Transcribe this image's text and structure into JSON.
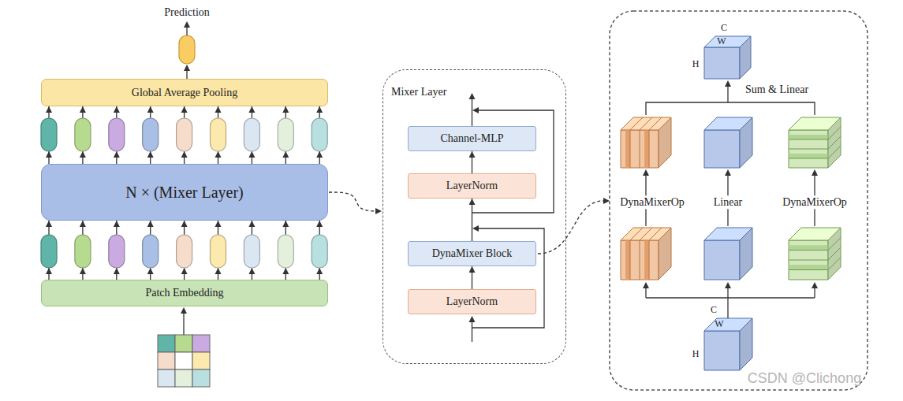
{
  "diagram": {
    "nodes": [
      {
        "text": [
          "Global Average Pooling"
        ]
      },
      {
        "text": [
          "N × (Mixer Layer)"
        ]
      },
      {
        "text": [
          "Patch Embedding"
        ]
      },
      {
        "text": [
          "Mixer Layer"
        ]
      },
      {
        "text": [
          "Channel-MLP"
        ],
        "in": 3
      },
      {
        "text": [
          "LayerNorm"
        ],
        "in": 3
      },
      {
        "text": [
          "DynaMixer Block"
        ],
        "in": 3
      },
      {
        "text": [
          "LayerNorm"
        ],
        "in": 3
      }
    ],
    "edges": [
      {
        "from": 2,
        "to": 1,
        "arrow": "to"
      },
      {
        "from": 1,
        "to": 0,
        "arrow": "to"
      },
      {
        "from": 1,
        "to": 3,
        "arrow": "to"
      },
      {
        "from": 7,
        "to": 6,
        "arrow": "to"
      },
      {
        "from": 6,
        "to": 5,
        "arrow": "to"
      },
      {
        "from": 5,
        "to": 4,
        "arrow": "to"
      }
    ],
    "labels": [
      "Prediction",
      "C",
      "W",
      "H",
      "Sum & Linear",
      "DynaMixerOp",
      "Linear",
      "DynaMixerOp",
      "C",
      "W",
      "H",
      "CSDN @Clichong"
    ]
  }
}
